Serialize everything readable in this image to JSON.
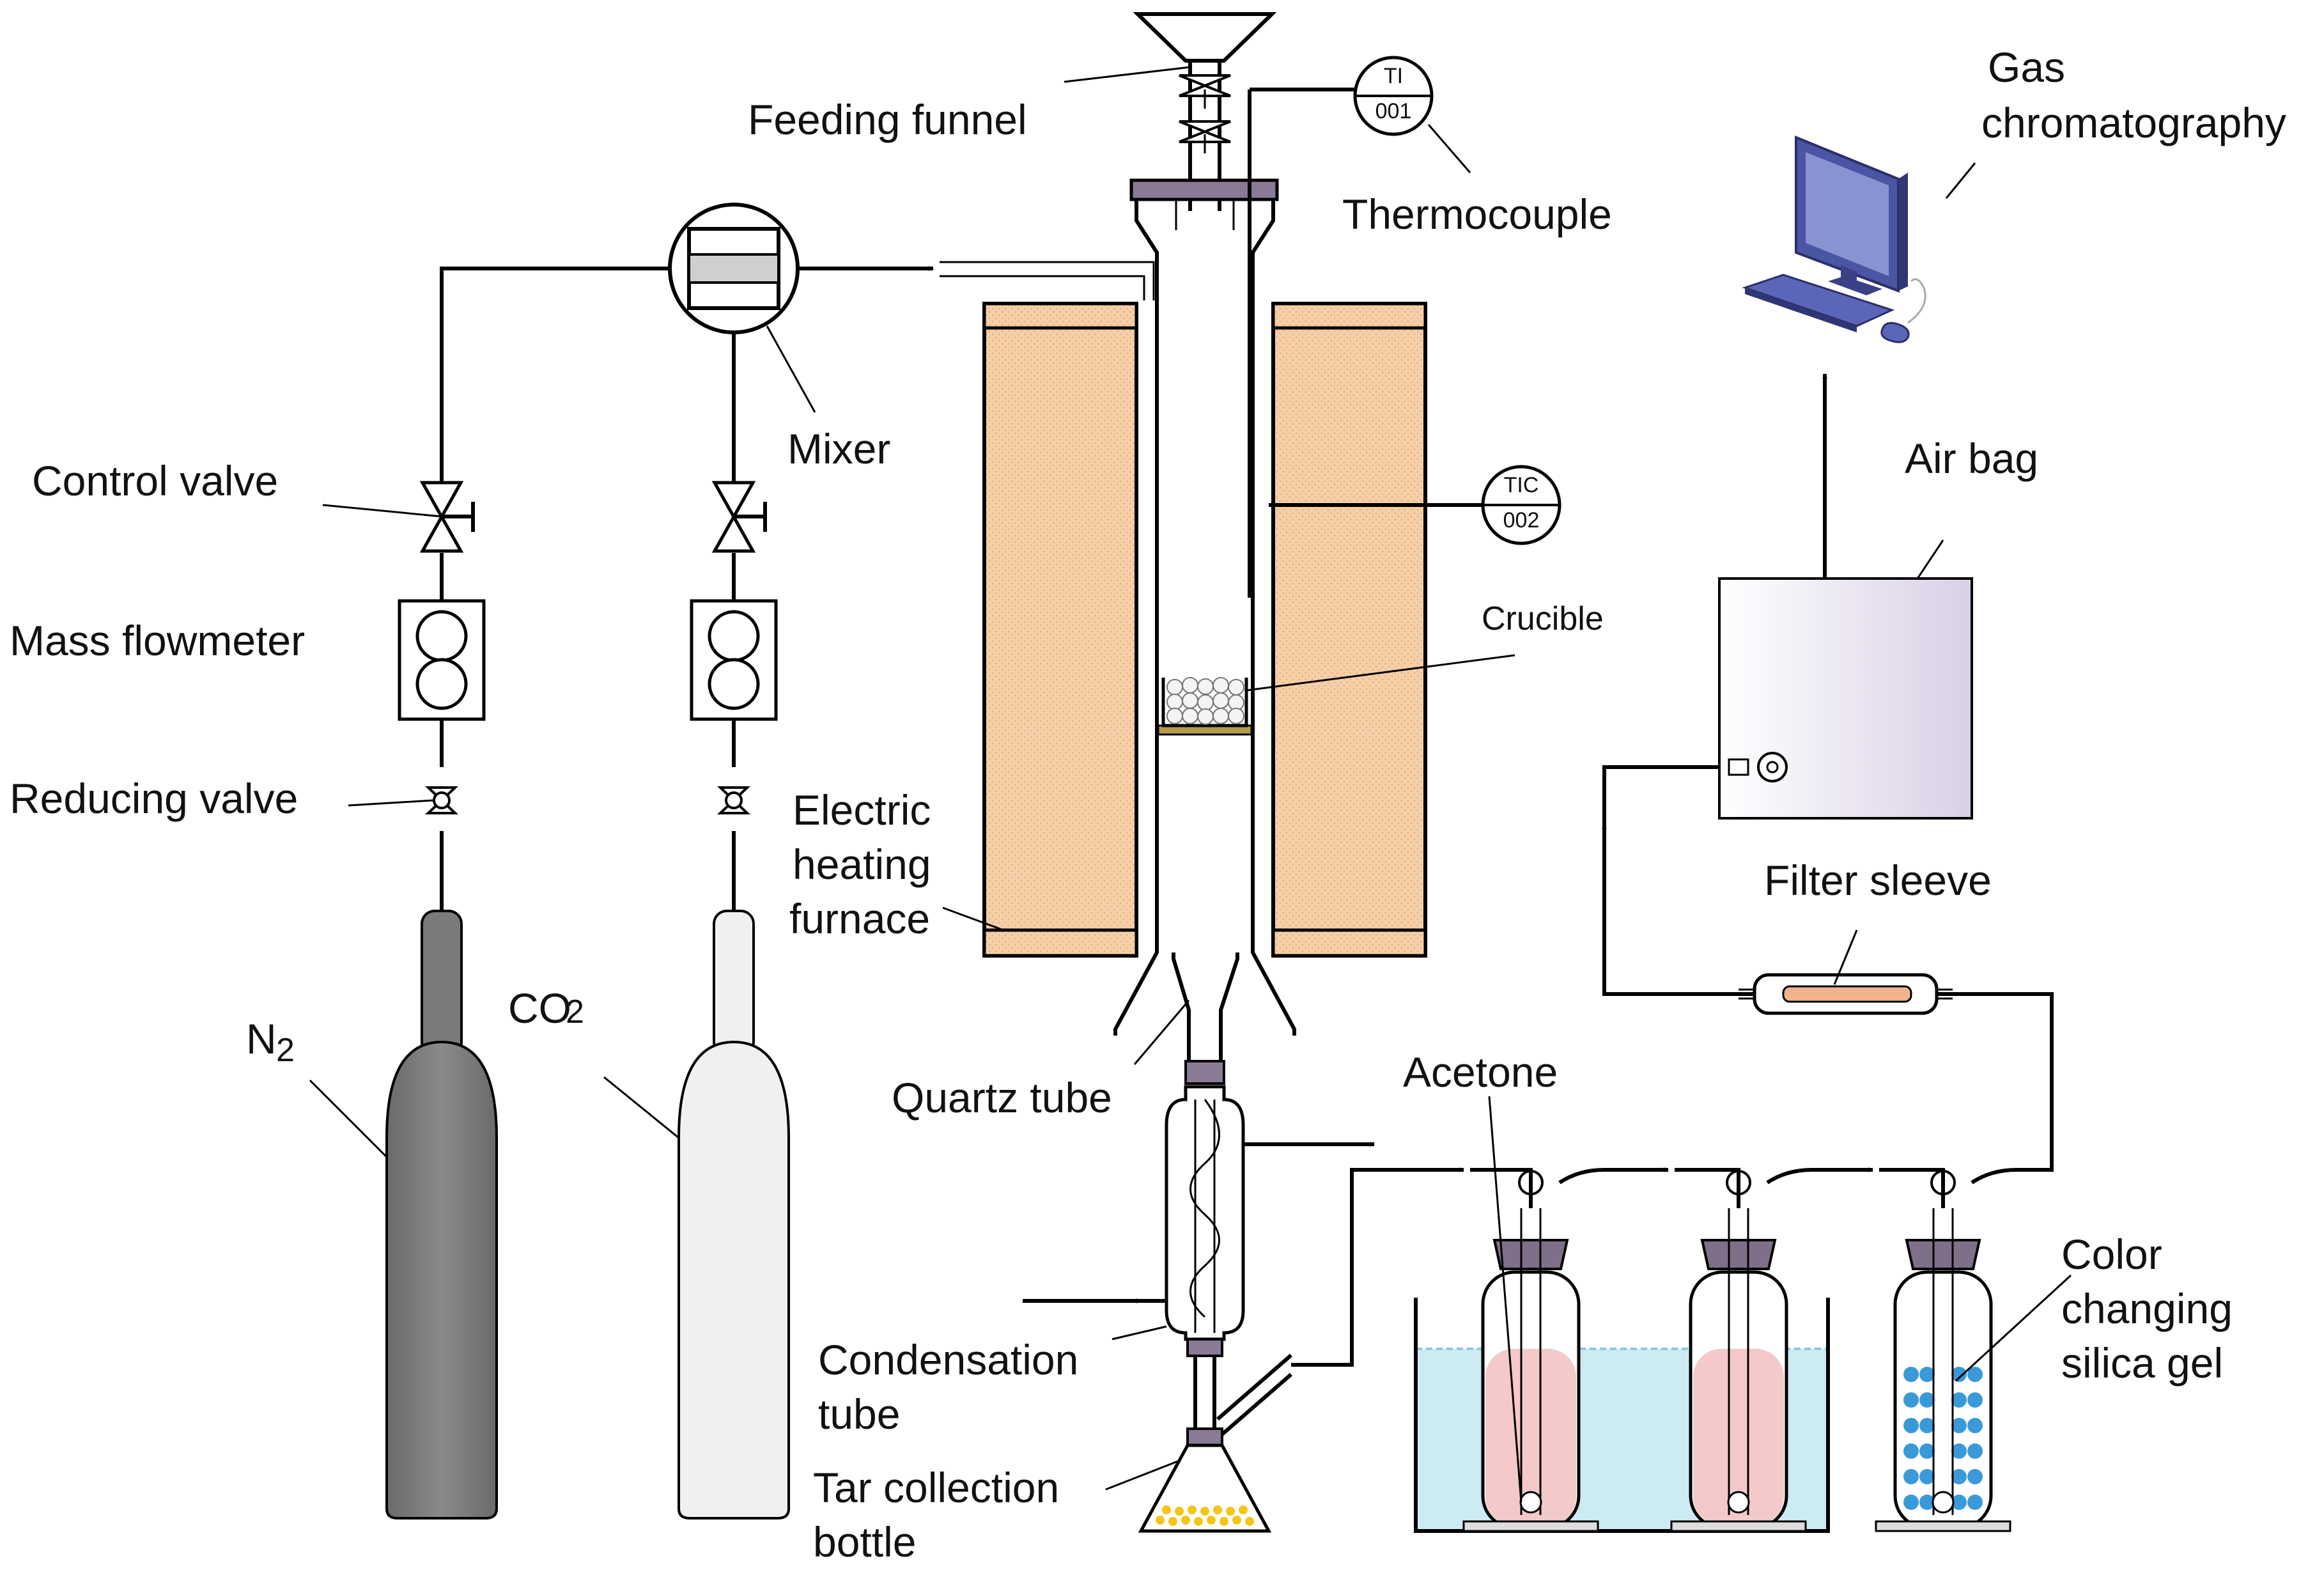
{
  "labels": {
    "feeding_funnel": "Feeding funnel",
    "thermocouple": "Thermocouple",
    "mixer": "Mixer",
    "control_valve": "Control valve",
    "mass_flowmeter": "Mass flowmeter",
    "reducing_valve": "Reducing valve",
    "n2": "N",
    "n2_sub": "2",
    "co2": "CO",
    "co2_sub": "2",
    "furnace_1": "Electric",
    "furnace_2": "heating",
    "furnace_3": "furnace",
    "crucible": "Crucible",
    "quartz_tube": "Quartz tube",
    "condensation_1": "Condensation",
    "condensation_2": "tube",
    "tar_1": "Tar collection",
    "tar_2": "bottle",
    "acetone": "Acetone",
    "color_1": "Color",
    "color_2": "changing",
    "color_3": "silica gel",
    "filter_sleeve": "Filter sleeve",
    "air_bag": "Air bag",
    "gc_1": "Gas",
    "gc_2": "chromatography"
  },
  "instruments": {
    "ti_tag": "TI",
    "ti_num": "001",
    "tic_tag": "TIC",
    "tic_num": "002"
  },
  "colors": {
    "furnace": "#f5cfa8",
    "n2_cylinder": "#7a7a7a",
    "co2_cylinder": "#f0f0f0",
    "water_bath": "#cdebf3",
    "acetone_liquid": "#f3c9c9",
    "silica_gel": "#3a9ad9",
    "monitor": "#4a55a3",
    "filter_element": "#f1b48c",
    "stopper": "#7f6f88"
  }
}
